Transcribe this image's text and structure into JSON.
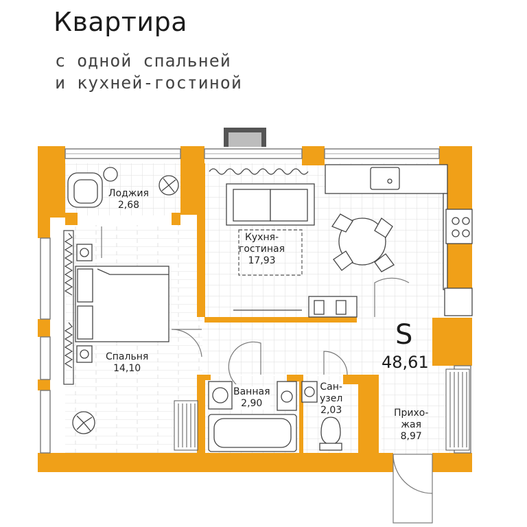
{
  "header": {
    "title": "Квартира",
    "subtitle_line1": "с одной спальней",
    "subtitle_line2": "и кухней-гостиной"
  },
  "area": {
    "symbol": "S",
    "total": "48,61"
  },
  "rooms": {
    "loggia": {
      "name": "Лоджия",
      "area": "2,68"
    },
    "kitchen": {
      "name_line1": "Кухня-",
      "name_line2": "гостиная",
      "area": "17,93"
    },
    "bedroom": {
      "name": "Спальня",
      "area": "14,10"
    },
    "bathroom": {
      "name": "Ванная",
      "area": "2,90"
    },
    "wc": {
      "name_line1": "Сан-",
      "name_line2": "узел",
      "area": "2,03"
    },
    "hall": {
      "name_line1": "Прихо-",
      "name_line2": "жая",
      "area": "8,97"
    }
  },
  "colors": {
    "wall": "#f0a018",
    "furniture": "#333333",
    "floor_grid": "#d9d9d9"
  }
}
